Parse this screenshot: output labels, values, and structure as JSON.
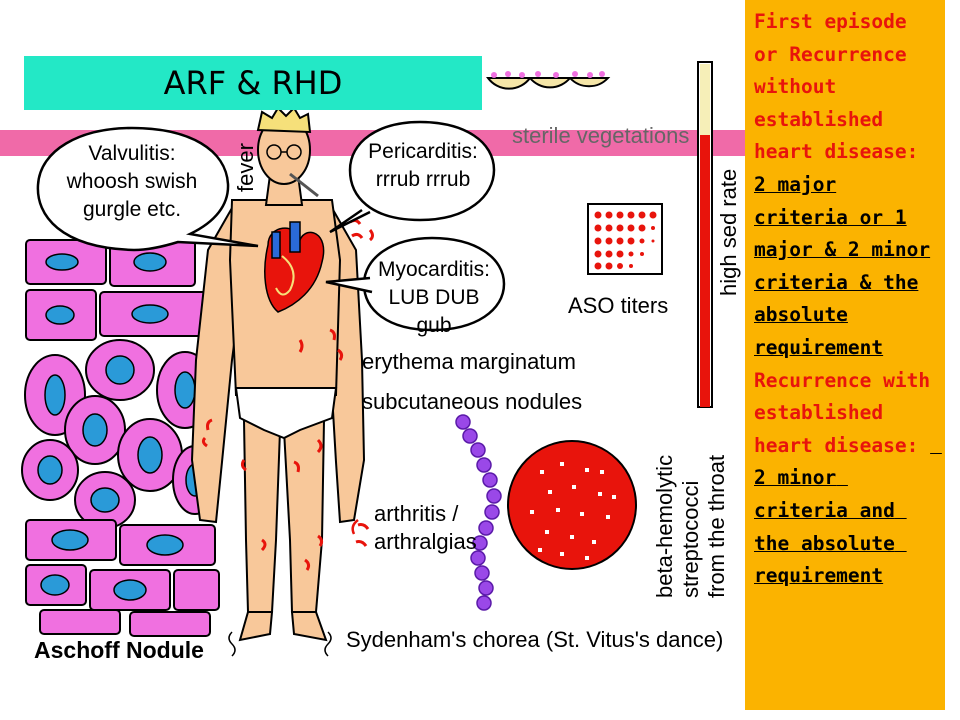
{
  "title": "ARF & RHD",
  "figure": {
    "bubbles": {
      "valvulitis": [
        "Valvulitis:",
        "whoosh swish",
        "gurgle etc."
      ],
      "pericarditis": [
        "Pericarditis:",
        "rrrub  rrrub"
      ],
      "myocarditis": [
        "Myocarditis:",
        "LUB DUB gub"
      ]
    },
    "labels": {
      "fever": "fever",
      "sterile_vegetations": "sterile vegetations",
      "high_sed_rate": "high sed rate",
      "aso_titers": "ASO titers",
      "erythema_marginatum": "erythema marginatum",
      "subcutaneous_nodules": "subcutaneous nodules",
      "arthritis": [
        "arthritis /",
        "arthralgias"
      ],
      "streptococci": [
        "beta-hemolytic",
        "streptococci",
        "from the throat"
      ],
      "aschoff_nodule": "Aschoff Nodule",
      "sydenham": "Sydenham's chorea (St. Vitus's dance)"
    }
  },
  "panel": {
    "first_intro": "First episode or Recurrence without established heart disease: ",
    "first_underlined": "2 major criteria or 1 major & 2 minor criteria & the absolute requirement",
    "recurrence_intro": "Recurrence with established heart disease: ",
    "recurrence_underlined": " 2 minor criteria and the absolute requirement"
  },
  "colors": {
    "title_bg": "#23e8c6",
    "pink_bar": "#f06aa8",
    "panel_bg": "#fbb300",
    "panel_text": "#e8140c",
    "heart_red": "#e8140c",
    "cell_magenta": "#f070e0",
    "cell_blue": "#2a9ad8",
    "strep_purple": "#9a48e8"
  }
}
